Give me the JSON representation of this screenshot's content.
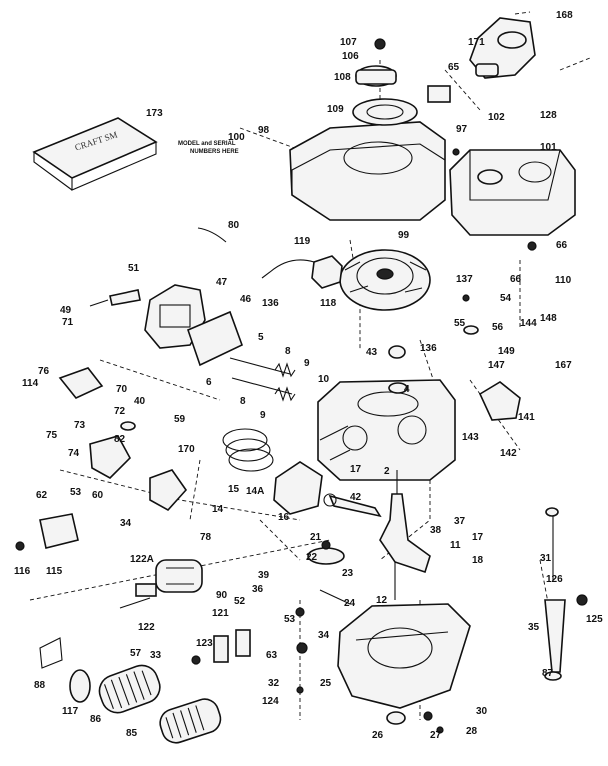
{
  "diagram": {
    "note_line1": "MODEL and SERIAL",
    "note_line2": "NUMBERS HERE",
    "manual_cover_text": "CRAFT SM",
    "labels": [
      "168",
      "171",
      "107",
      "106",
      "108",
      "65",
      "109",
      "98",
      "100",
      "102",
      "128",
      "97",
      "101",
      "173",
      "80",
      "119",
      "99",
      "66",
      "66",
      "110",
      "51",
      "47",
      "118",
      "136",
      "137",
      "54",
      "49",
      "71",
      "46",
      "55",
      "56",
      "144",
      "148",
      "5",
      "8",
      "9",
      "43",
      "136",
      "149",
      "167",
      "147",
      "76",
      "114",
      "70",
      "40",
      "6",
      "10",
      "4",
      "141",
      "8",
      "9",
      "72",
      "73",
      "59",
      "75",
      "82",
      "170",
      "17",
      "143",
      "142",
      "74",
      "15",
      "14A",
      "62",
      "53",
      "60",
      "2",
      "42",
      "37",
      "14",
      "34",
      "78",
      "16",
      "21",
      "38",
      "11",
      "17",
      "116",
      "115",
      "122A",
      "22",
      "39",
      "31",
      "36",
      "23",
      "18",
      "126",
      "90",
      "52",
      "24",
      "12",
      "122",
      "121",
      "53",
      "34",
      "35",
      "125",
      "123",
      "63",
      "33",
      "57",
      "88",
      "25",
      "32",
      "87",
      "124",
      "117",
      "86",
      "26",
      "27",
      "30",
      "85",
      "28"
    ]
  }
}
